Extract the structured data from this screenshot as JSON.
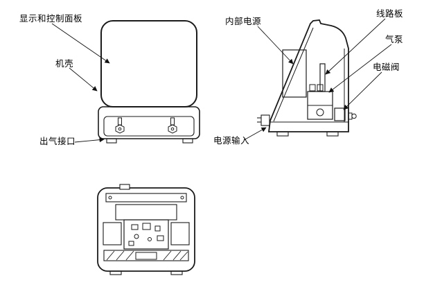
{
  "figure": {
    "labels": {
      "display_control_panel": "显示和控制面板",
      "housing": "机壳",
      "air_outlet_port": "出气接口",
      "internal_power": "内部电源",
      "circuit_board": "线路板",
      "air_pump": "气泵",
      "solenoid_valve": "电磁阀",
      "power_input": "电源输入"
    },
    "line_color": "#1a1a1a"
  }
}
